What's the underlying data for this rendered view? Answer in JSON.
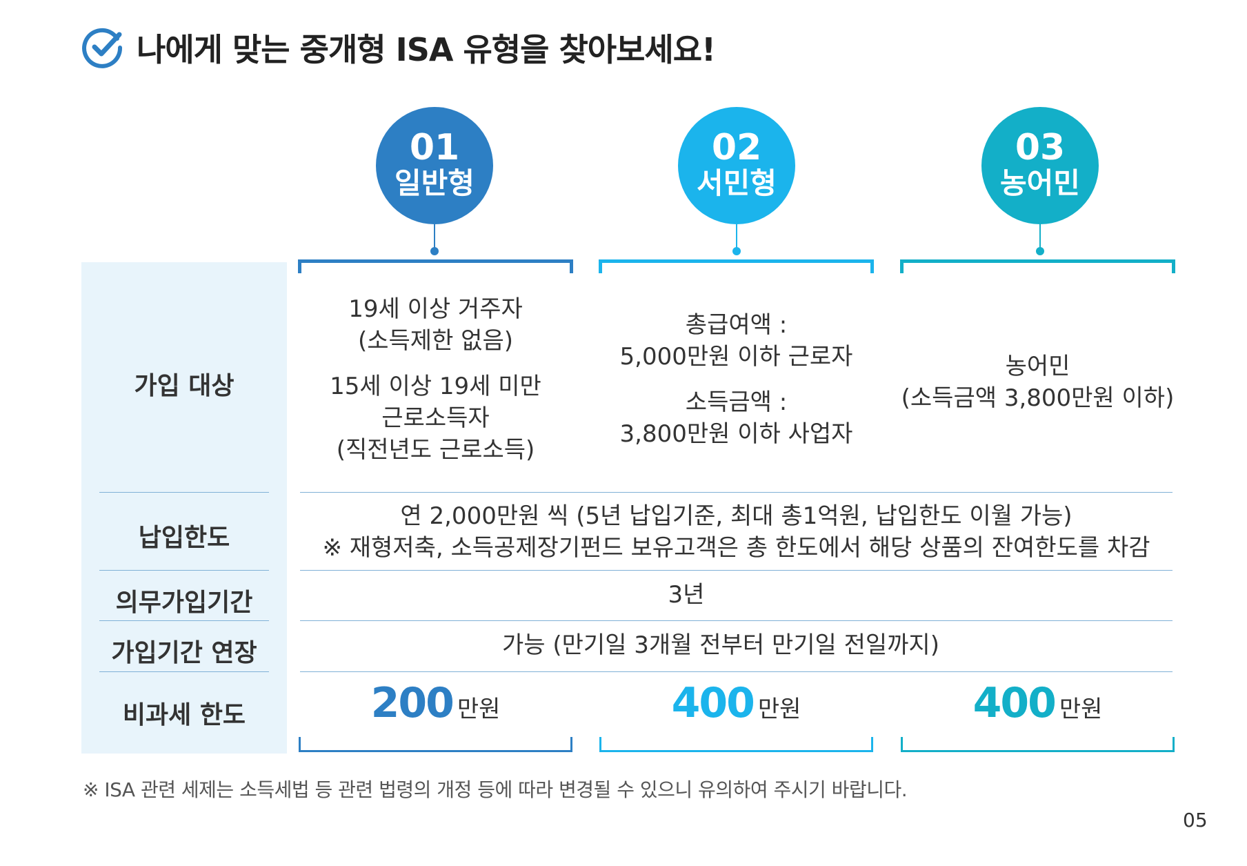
{
  "header": {
    "title": "나에게 맞는 중개형 ISA 유형을 찾아보세요!",
    "icon": "check-circle-icon"
  },
  "colors": {
    "type1": "#2d7fc4",
    "type2": "#1bb4ec",
    "type3": "#13afc8",
    "label_bg": "#e8f4fb"
  },
  "types": [
    {
      "num": "01",
      "name": "일반형"
    },
    {
      "num": "02",
      "name": "서민형"
    },
    {
      "num": "03",
      "name": "농어민"
    }
  ],
  "rows": {
    "eligibility": {
      "label": "가입 대상",
      "type1": {
        "line1": "19세 이상 거주자",
        "line2": "(소득제한 없음)",
        "line3": "15세 이상 19세 미만",
        "line4": "근로소득자",
        "line5": "(직전년도 근로소득)"
      },
      "type2": {
        "line1": "총급여액 :",
        "line2": "5,000만원 이하 근로자",
        "line3": "소득금액 :",
        "line4": "3,800만원 이하 사업자"
      },
      "type3": {
        "line1": "농어민",
        "line2": "(소득금액 3,800만원 이하)"
      }
    },
    "limit": {
      "label": "납입한도",
      "line1": "연 2,000만원 씩 (5년 납입기준, 최대 총1억원, 납입한도 이월 가능)",
      "line2": "※ 재형저축, 소득공제장기펀드 보유고객은 총 한도에서 해당 상품의 잔여한도를 차감"
    },
    "mandatory_period": {
      "label": "의무가입기간",
      "value": "3년"
    },
    "extension": {
      "label": "가입기간 연장",
      "value": "가능 (만기일 3개월 전부터 만기일 전일까지)"
    },
    "tax_free": {
      "label": "비과세 한도",
      "type1": {
        "amount": "200",
        "unit": "만원"
      },
      "type2": {
        "amount": "400",
        "unit": "만원"
      },
      "type3": {
        "amount": "400",
        "unit": "만원"
      }
    }
  },
  "footnote": "※ ISA 관련 세제는 소득세법 등 관련 법령의 개정 등에 따라 변경될 수 있으니 유의하여 주시기 바랍니다.",
  "page_number": "05"
}
